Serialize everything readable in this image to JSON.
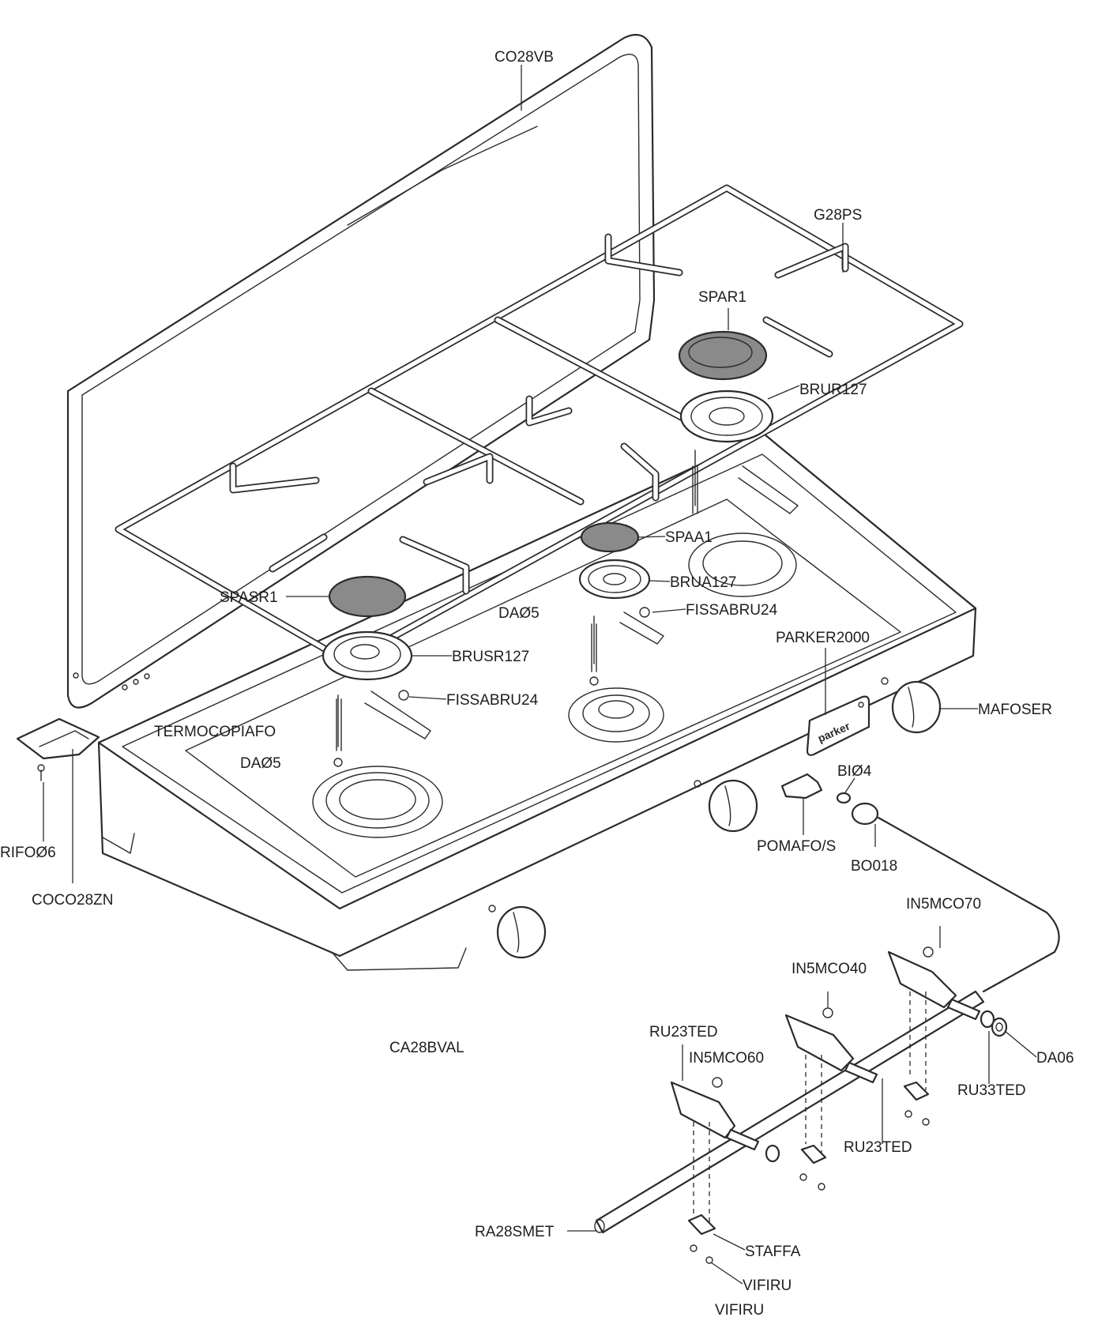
{
  "labels": {
    "co28vb": "CO28VB",
    "g28ps": "G28PS",
    "spar1": "SPAR1",
    "brur127": "BRUR127",
    "spaa1": "SPAA1",
    "brua127": "BRUA127",
    "fissabru24_a": "FISSABRU24",
    "spasr1": "SPASR1",
    "da5_a": "DAØ5",
    "brusr127": "BRUSR127",
    "fissabru24_b": "FISSABRU24",
    "parker2000": "PARKER2000",
    "mafoser": "MAFOSER",
    "termocopiafo": "TERMOCOPIAFO",
    "da5_b": "DAØ5",
    "bi4": "BIØ4",
    "pomafo_s": "POMAFO/S",
    "bo018": "BO018",
    "rifo6": "RIFOØ6",
    "coco28zn": "COCO28ZN",
    "in5mco70": "IN5MCO70",
    "in5mco40": "IN5MCO40",
    "ru23ted_a": "RU23TED",
    "in5mco60": "IN5MCO60",
    "da06": "DA06",
    "ru33ted": "RU33TED",
    "ca28bval": "CA28BVAL",
    "ru23ted_b": "RU23TED",
    "ra28smet": "RA28SMET",
    "staffa": "STAFFA",
    "vifiru_a": "VIFIRU",
    "vifiru_b": "VIFIRU"
  },
  "logo": {
    "text": "parker"
  }
}
